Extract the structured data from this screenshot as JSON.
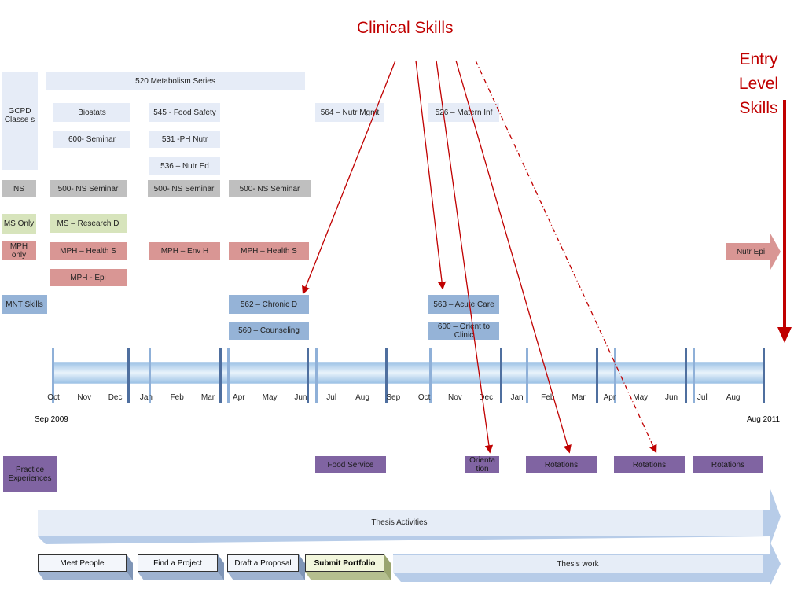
{
  "titles": {
    "clinical": "Clinical Skills",
    "entry": [
      "Entry",
      "Level",
      "Skills"
    ]
  },
  "row_labels": {
    "gcpd": "GCPD Classe s",
    "ns": "NS",
    "ms": "MS Only",
    "mph": "MPH only",
    "mnt": "MNT Skills",
    "practice": "Practice Experiences"
  },
  "courses": {
    "metabolism": "520 Metabolism Series",
    "biostats": "Biostats",
    "food_safety": "545 - Food Safety",
    "nutr_mgmt": "564 – Nutr Mgmt",
    "matern": "526 – Matern Inf",
    "seminar600": "600- Seminar",
    "ph_nutr": "531 -PH Nutr",
    "nutr_ed": "536 – Nutr Ed",
    "ns_seminar": "500- NS Seminar",
    "research": "MS – Research D",
    "health_s": "MPH – Health S",
    "env_h": "MPH – Env H",
    "epi": "MPH - Epi",
    "nutr_epi": "Nutr Epi",
    "chronic": "562 – Chronic D",
    "counseling": "560 – Counseling",
    "acute": "563 – Acute Care",
    "orient": "600 – Orient to Clinic"
  },
  "timeline": {
    "months": [
      "Oct",
      "Nov",
      "Dec",
      "Jan",
      "Feb",
      "Mar",
      "Apr",
      "May",
      "Jun",
      "Jul",
      "Aug",
      "Sep",
      "Oct",
      "Nov",
      "Dec",
      "Jan",
      "Feb",
      "Mar",
      "Apr",
      "May",
      "Jun",
      "Jul",
      "Aug"
    ],
    "start": "Sep 2009",
    "end": "Aug 2011"
  },
  "practice": {
    "food_service": "Food Service",
    "orientation": "Orienta tion",
    "rotations": "Rotations"
  },
  "thesis": {
    "activities": "Thesis Activities",
    "steps": [
      "Meet People",
      "Find a Project",
      "Draft a Proposal",
      "Submit Portfolio"
    ],
    "work": "Thesis work"
  },
  "colors": {
    "accent_red": "#c00000",
    "timeline_blue": "#95b3d7",
    "practice_purple": "#8064a2"
  }
}
